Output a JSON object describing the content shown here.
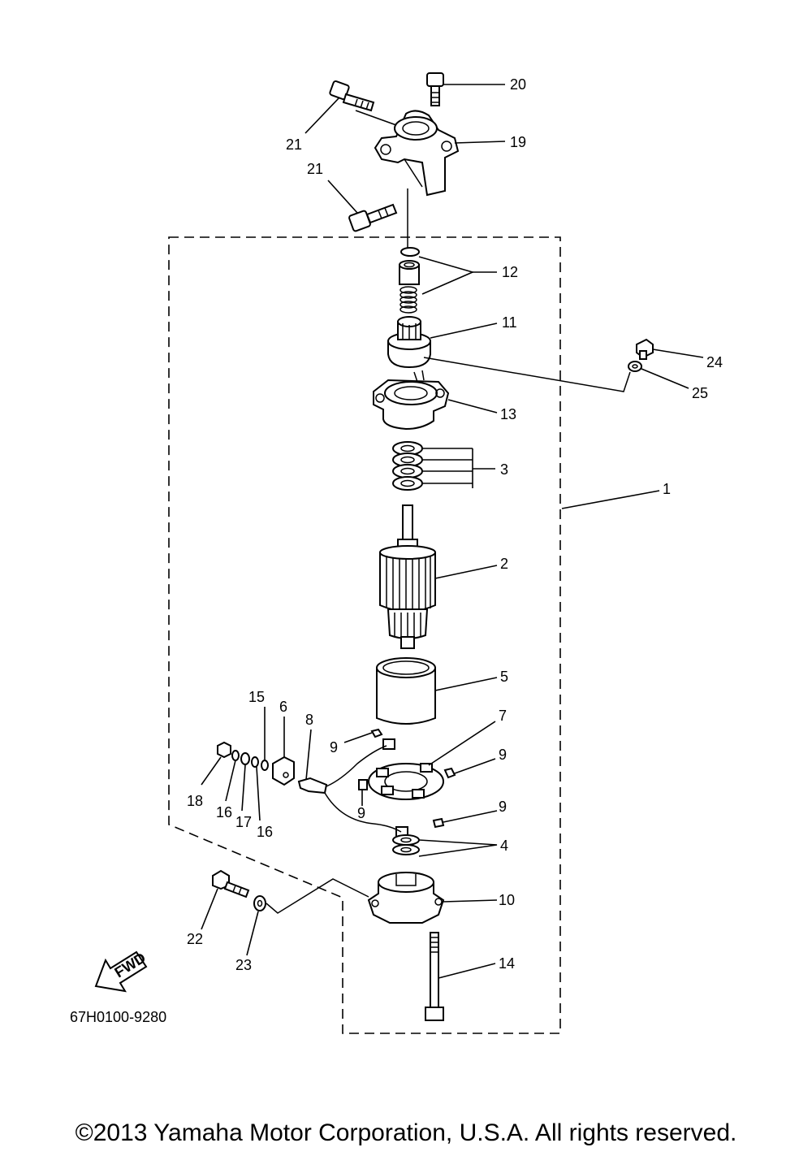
{
  "diagram": {
    "callouts": [
      {
        "id": "c20",
        "label": "20"
      },
      {
        "id": "c21a",
        "label": "21"
      },
      {
        "id": "c19",
        "label": "19"
      },
      {
        "id": "c21b",
        "label": "21"
      },
      {
        "id": "c12",
        "label": "12"
      },
      {
        "id": "c11",
        "label": "11"
      },
      {
        "id": "c24",
        "label": "24"
      },
      {
        "id": "c25",
        "label": "25"
      },
      {
        "id": "c13",
        "label": "13"
      },
      {
        "id": "c3",
        "label": "3"
      },
      {
        "id": "c1",
        "label": "1"
      },
      {
        "id": "c2",
        "label": "2"
      },
      {
        "id": "c5",
        "label": "5"
      },
      {
        "id": "c15",
        "label": "15"
      },
      {
        "id": "c6",
        "label": "6"
      },
      {
        "id": "c8",
        "label": "8"
      },
      {
        "id": "c7",
        "label": "7"
      },
      {
        "id": "c9a",
        "label": "9"
      },
      {
        "id": "c9b",
        "label": "9"
      },
      {
        "id": "c9c",
        "label": "9"
      },
      {
        "id": "c9d",
        "label": "9"
      },
      {
        "id": "c18",
        "label": "18"
      },
      {
        "id": "c16a",
        "label": "16"
      },
      {
        "id": "c17",
        "label": "17"
      },
      {
        "id": "c16b",
        "label": "16"
      },
      {
        "id": "c4",
        "label": "4"
      },
      {
        "id": "c10",
        "label": "10"
      },
      {
        "id": "c22",
        "label": "22"
      },
      {
        "id": "c23",
        "label": "23"
      },
      {
        "id": "c14",
        "label": "14"
      }
    ],
    "fwd_label": "FWD",
    "drawing_number": "67H0100-9280"
  },
  "footer": {
    "copyright": "©2013 Yamaha Motor Corporation, U.S.A. All rights reserved."
  }
}
